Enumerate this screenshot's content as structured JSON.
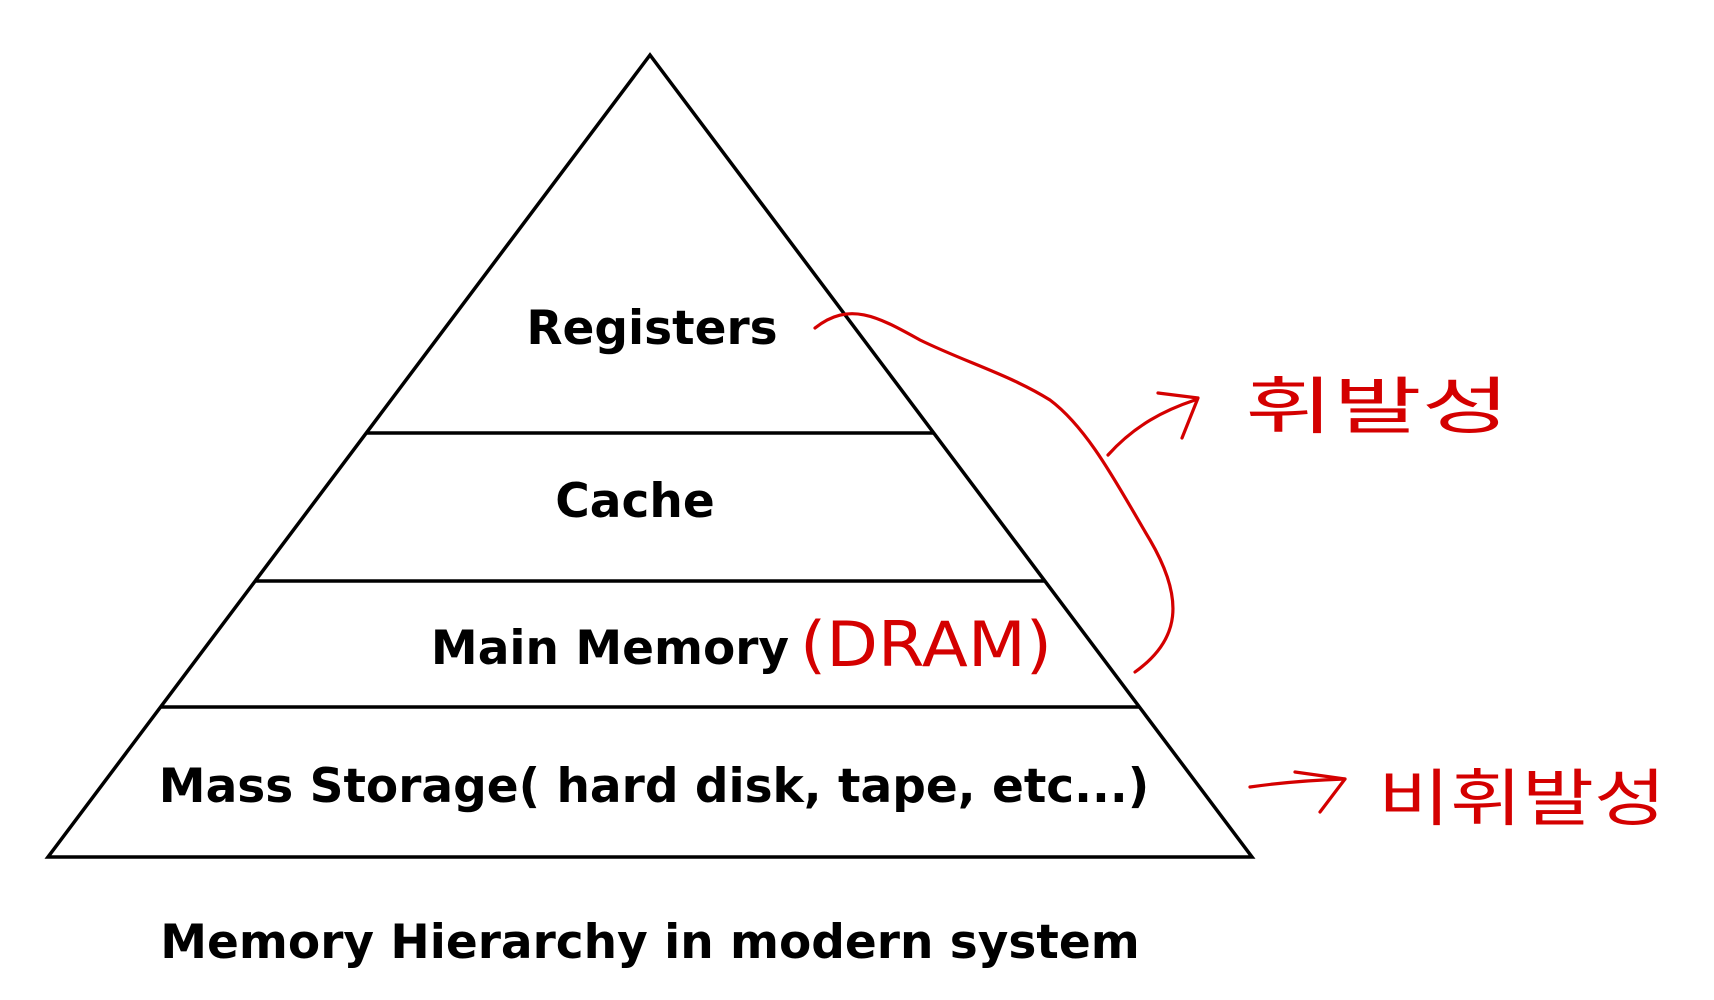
{
  "pyramid": {
    "layers": [
      {
        "id": "registers",
        "label": "Registers"
      },
      {
        "id": "cache",
        "label": "Cache"
      },
      {
        "id": "main-memory",
        "label": "Main Memory"
      },
      {
        "id": "mass-storage",
        "label": "Mass Storage( hard disk, tape, etc...)"
      }
    ]
  },
  "caption": "Memory Hierarchy in modern system",
  "annotations": {
    "dram_note": "(DRAM)",
    "volatile": "휘발성",
    "nonvolatile": "비휘발성",
    "ink_color": "#d40000"
  }
}
